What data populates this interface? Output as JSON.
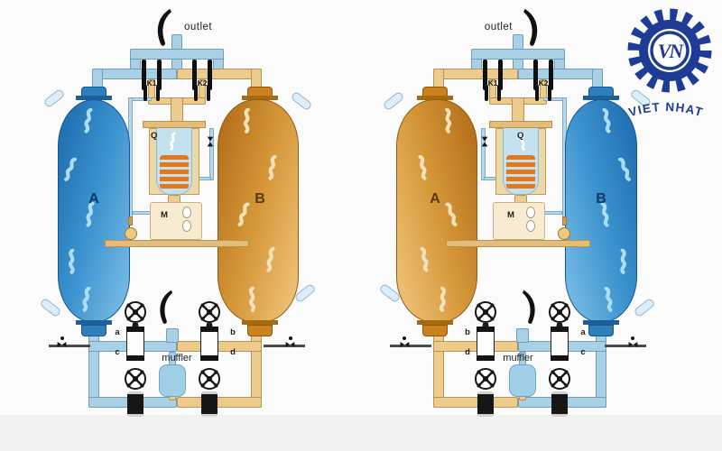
{
  "scene": {
    "background": "#fbfbfb",
    "bottom_strip_color": "#f1f1f1"
  },
  "logo": {
    "monogram": "VN",
    "text": "VIET NHAT",
    "color": "#1e3c96"
  },
  "icons": {
    "flow_arrow": "curved-flow-arrow",
    "wheel_valve": "handwheel-valve-icon",
    "check_valve": "inline-check-valve-icon",
    "drain_valve": "drain-valve-icon",
    "heater_coil": "heating-coil"
  },
  "colors": {
    "dry_air_pipe_blue": "#a9d0e5",
    "wet_air_pipe_tan": "#eccb8e",
    "blue_tower": "#3c93cf",
    "orange_tower": "#d6973a",
    "coil_orange": "#e5761a",
    "muffler_blue": "#9fd0e8"
  },
  "diagrams": [
    {
      "outlet": "outlet",
      "k1": "K1",
      "k2": "K2",
      "heater": "Q",
      "motor": "M",
      "tower_left": "A",
      "tower_right": "B",
      "tower_left_color": "blue",
      "tower_right_color": "orange",
      "ports": {
        "top_left": "a",
        "top_right": "b",
        "bottom_left": "c",
        "bottom_right": "d"
      },
      "muffler": "muffler"
    },
    {
      "outlet": "outlet",
      "k1": "K1",
      "k2": "K2",
      "heater": "Q",
      "motor": "M",
      "tower_left": "A",
      "tower_right": "B",
      "tower_left_color": "orange",
      "tower_right_color": "blue",
      "ports": {
        "top_left": "b",
        "top_right": "a",
        "bottom_left": "d",
        "bottom_right": "c"
      },
      "muffler": "muffler"
    }
  ]
}
